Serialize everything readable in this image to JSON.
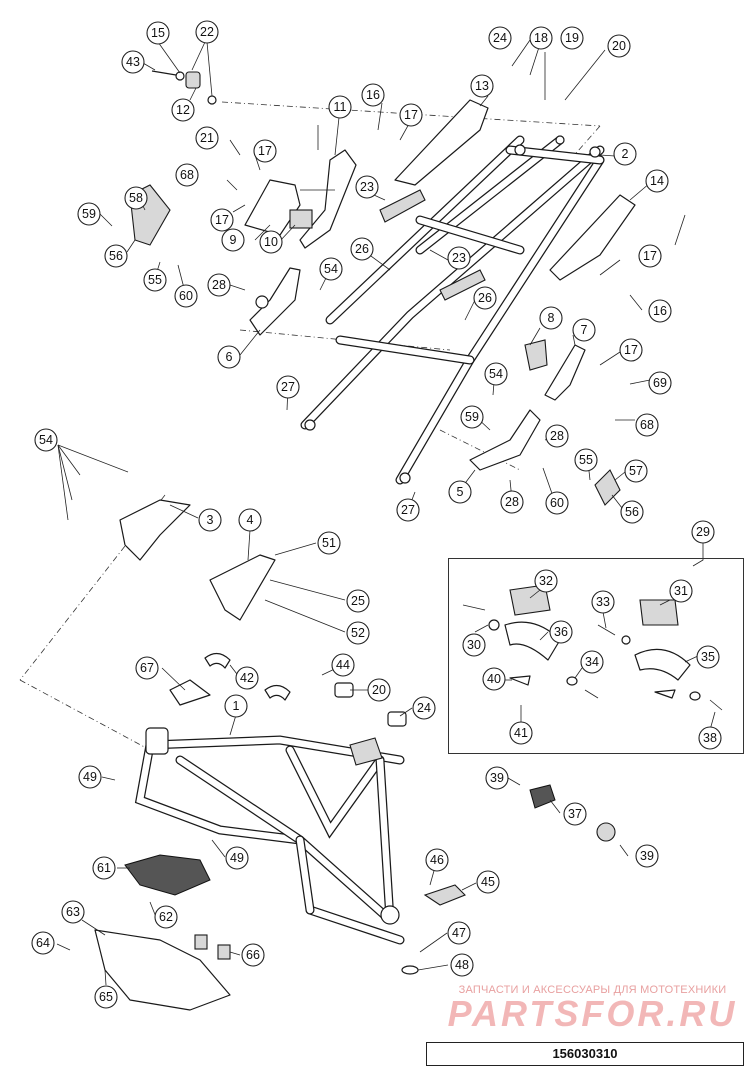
{
  "diagram_code": "156030310",
  "watermark": {
    "tagline": "ЗАПЧАСТИ И АКСЕССУАРЫ ДЛЯ МОТОТЕХНИКИ",
    "brand": "PARTSFOR.RU"
  },
  "callouts": [
    "1",
    "2",
    "3",
    "4",
    "5",
    "6",
    "7",
    "8",
    "9",
    "10",
    "11",
    "12",
    "13",
    "14",
    "15",
    "16",
    "17",
    "18",
    "19",
    "20",
    "21",
    "22",
    "23",
    "24",
    "25",
    "26",
    "27",
    "28",
    "29",
    "30",
    "31",
    "32",
    "33",
    "34",
    "35",
    "36",
    "37",
    "38",
    "39",
    "40",
    "41",
    "42",
    "43",
    "44",
    "45",
    "46",
    "47",
    "48",
    "49",
    "51",
    "52",
    "54",
    "55",
    "56",
    "57",
    "58",
    "59",
    "60",
    "61",
    "62",
    "63",
    "64",
    "65",
    "66",
    "67",
    "68",
    "69"
  ]
}
